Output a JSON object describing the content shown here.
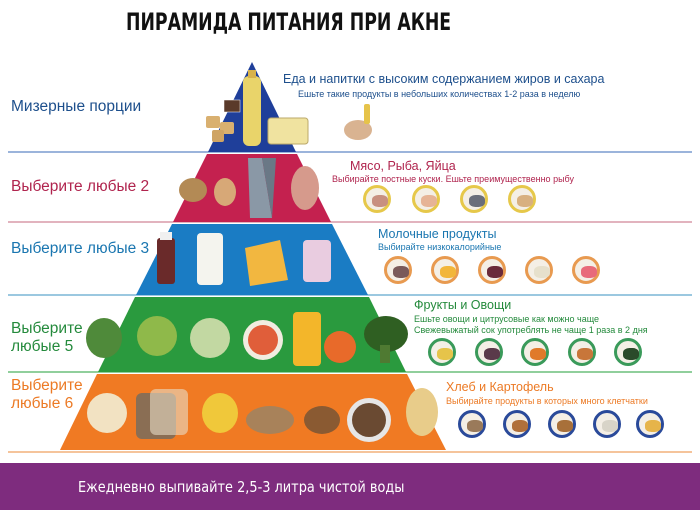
{
  "title": "ПИРАМИДА ПИТАНИЯ ПРИ АКНЕ",
  "colors": {
    "tier1": "#1f3f9a",
    "tier2": "#c4214f",
    "tier3": "#1a7cc4",
    "tier4": "#2a9a3e",
    "tier5": "#f07a23",
    "footer": "#7e2c7e"
  },
  "tiers": [
    {
      "label": "Мизерные порции",
      "heading": "Еда и напитки с высоким содержанием жиров и сахара",
      "subtext": [
        "Ешьте такие продукты в небольших количествах 1-2 раза в неделю"
      ],
      "pyramid_foods": [
        "chocolate",
        "crackers",
        "oil-bottle",
        "butter-tub"
      ],
      "plates": [
        "sweets-plate"
      ]
    },
    {
      "label": "Выберите любые 2",
      "heading": "Мясо, Рыба, Яйца",
      "subtext": [
        "Выбирайте постные куски. Ешьте преимущественно рыбу"
      ],
      "pyramid_foods": [
        "chicken-leg",
        "egg",
        "fish",
        "steak"
      ],
      "plates": [
        "meat-plate",
        "chicken-fillet-plate",
        "fish-plate",
        "eggs-plate"
      ]
    },
    {
      "label": "Выберите любые 3",
      "heading": "Молочные продукты",
      "subtext": [
        "Выбирайте низкокалорийные"
      ],
      "pyramid_foods": [
        "milk-bottle",
        "milk-glass",
        "cheese",
        "yogurt"
      ],
      "plates": [
        "milkshake-plate",
        "cheese-slices-plate",
        "yogurt-plate",
        "cottage-cheese-plate",
        "milk-bottle-plate"
      ]
    },
    {
      "label": "Выберите любые 5",
      "heading": "Фрукты и Овощи",
      "subtext": [
        "Ешьте овощи и цитрусовые как можно чаще",
        "Свежевыжатый сок употреблять не чаще 1 раза в 2 дня"
      ],
      "pyramid_foods": [
        "green-beans",
        "apple",
        "salad",
        "tomato-salad",
        "orange-juice",
        "tomato",
        "broccoli"
      ],
      "plates": [
        "banana-plate",
        "juice-plate",
        "apricot-plate",
        "carrot-plate",
        "spinach-plate"
      ]
    },
    {
      "label": "Выберите любые 6",
      "heading": "Хлеб и Картофель",
      "subtext": [
        "Выбирайте продукты в которых много клетчатки"
      ],
      "pyramid_foods": [
        "rice-bowl",
        "bread",
        "pasta",
        "bread-roll",
        "bun",
        "cereal-bowl",
        "potato"
      ],
      "plates": [
        "toast-plate",
        "cereal-plate",
        "bun-plate",
        "rice-plate",
        "pasta-plate"
      ]
    }
  ],
  "footer": {
    "text": "Ежедневно выпивайте 2,5-3 литра чистой воды"
  }
}
